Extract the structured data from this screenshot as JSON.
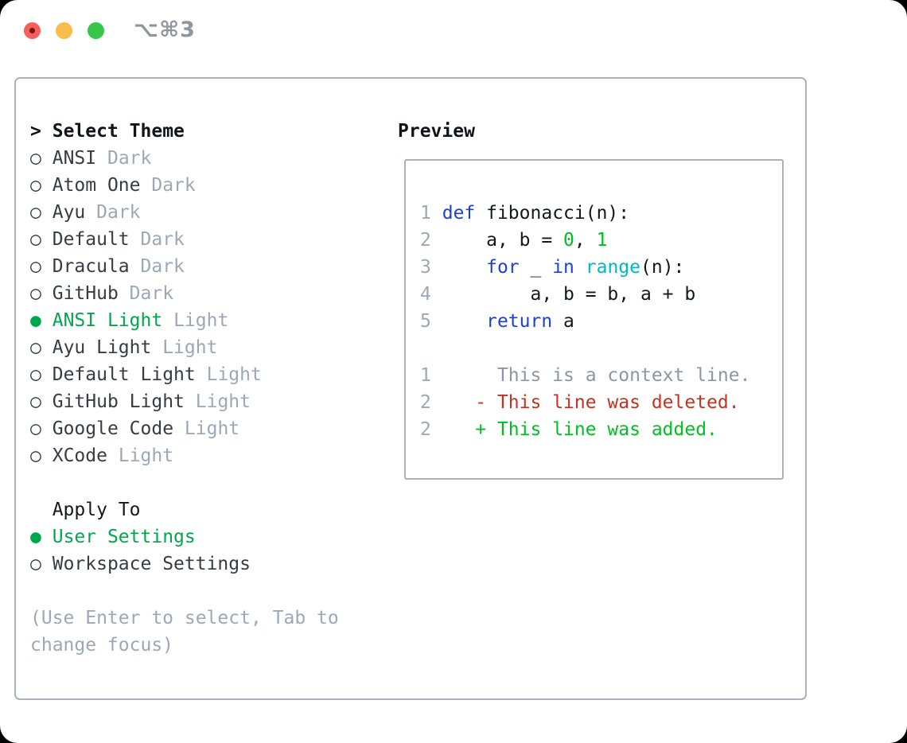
{
  "window": {
    "title": "⌥⌘3",
    "traffic_lights": [
      "close",
      "minimize",
      "zoom"
    ]
  },
  "colors": {
    "ui_green": "#00a84c",
    "keyword_blue": "#1d41d8",
    "builtin_cyan": "#00b8c6",
    "literal_green": "#00be22",
    "deleted_red": "#c5321f",
    "added_green": "#00c021",
    "muted_gray": "#9ca8b6",
    "context_gray": "#8d97a2",
    "text_dark": "#363c44",
    "heading_black": "#101418",
    "code_black": "#15181c",
    "border_gray": "#a9b1bc",
    "traffic_red": "#f1605a",
    "traffic_red_dot": "#7e130b",
    "traffic_yellow": "#f8bd4f",
    "traffic_green": "#36c64c",
    "title_gray": "#8f959c"
  },
  "sidebar": {
    "header": {
      "marker": ">",
      "label": "Select Theme"
    },
    "radio_selected": "●",
    "radio_unselected": "○",
    "themes": [
      {
        "name": "ANSI",
        "tag": "Dark",
        "selected": false
      },
      {
        "name": "Atom One",
        "tag": "Dark",
        "selected": false
      },
      {
        "name": "Ayu",
        "tag": "Dark",
        "selected": false
      },
      {
        "name": "Default",
        "tag": "Dark",
        "selected": false
      },
      {
        "name": "Dracula",
        "tag": "Dark",
        "selected": false
      },
      {
        "name": "GitHub",
        "tag": "Dark",
        "selected": false
      },
      {
        "name": "ANSI Light",
        "tag": "Light",
        "selected": true
      },
      {
        "name": "Ayu Light",
        "tag": "Light",
        "selected": false
      },
      {
        "name": "Default Light",
        "tag": "Light",
        "selected": false
      },
      {
        "name": "GitHub Light",
        "tag": "Light",
        "selected": false
      },
      {
        "name": "Google Code",
        "tag": "Light",
        "selected": false
      },
      {
        "name": "XCode",
        "tag": "Light",
        "selected": false
      }
    ],
    "apply_to": {
      "label": "Apply To",
      "options": [
        {
          "label": "User Settings",
          "selected": true
        },
        {
          "label": "Workspace Settings",
          "selected": false
        }
      ]
    },
    "help_lines": [
      "(Use Enter to select, Tab to",
      "change focus)"
    ]
  },
  "preview": {
    "label": "Preview",
    "code_lines": [
      {
        "num": "1",
        "tokens": [
          {
            "t": "def",
            "c": "keyword"
          },
          {
            "t": " fibonacci(n):",
            "c": "plain"
          }
        ]
      },
      {
        "num": "2",
        "tokens": [
          {
            "t": "    a, b = ",
            "c": "plain"
          },
          {
            "t": "0",
            "c": "literal"
          },
          {
            "t": ", ",
            "c": "plain"
          },
          {
            "t": "1",
            "c": "literal"
          }
        ]
      },
      {
        "num": "3",
        "tokens": [
          {
            "t": "    ",
            "c": "plain"
          },
          {
            "t": "for",
            "c": "keyword"
          },
          {
            "t": " _ ",
            "c": "plain"
          },
          {
            "t": "in",
            "c": "keyword"
          },
          {
            "t": " ",
            "c": "plain"
          },
          {
            "t": "range",
            "c": "builtin"
          },
          {
            "t": "(n):",
            "c": "plain"
          }
        ]
      },
      {
        "num": "4",
        "tokens": [
          {
            "t": "        a, b = b, a + b",
            "c": "plain"
          }
        ]
      },
      {
        "num": "5",
        "tokens": [
          {
            "t": "    ",
            "c": "plain"
          },
          {
            "t": "return",
            "c": "keyword"
          },
          {
            "t": " a",
            "c": "plain"
          }
        ]
      }
    ],
    "diff_lines": [
      {
        "num": "1",
        "tokens": [
          {
            "t": "     This is a context line.",
            "c": "context"
          }
        ]
      },
      {
        "num": "2",
        "tokens": [
          {
            "t": "   ",
            "c": "plain"
          },
          {
            "t": "- This line was deleted.",
            "c": "deleted"
          }
        ]
      },
      {
        "num": "2",
        "tokens": [
          {
            "t": "   ",
            "c": "plain"
          },
          {
            "t": "+ This line was added.",
            "c": "added"
          }
        ]
      }
    ]
  }
}
